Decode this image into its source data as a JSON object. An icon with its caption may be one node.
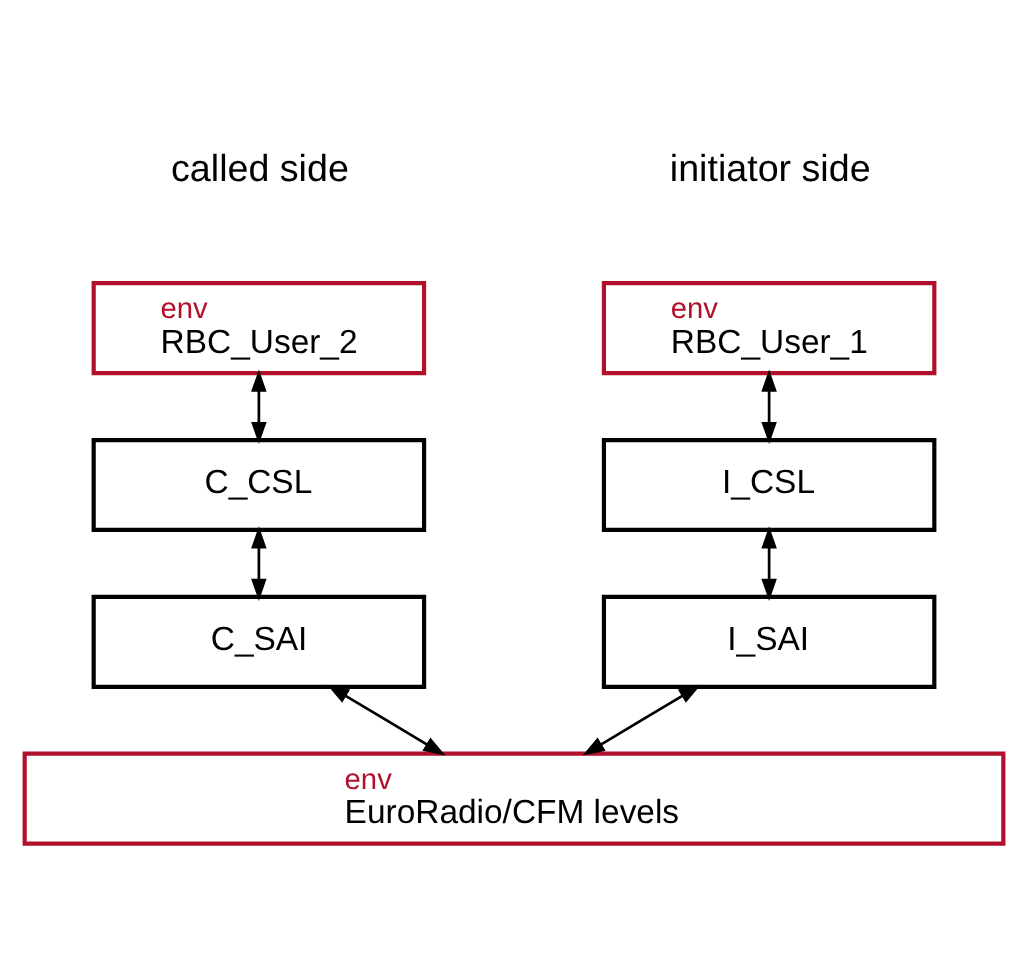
{
  "diagram": {
    "nodes": [
      {
        "text": [
          "env",
          "RBC_User_1"
        ]
      },
      {
        "text": [
          "I_CSL"
        ]
      },
      {
        "text": [
          "I_SAI"
        ]
      },
      {
        "text": [
          "env",
          "RBC_User_2"
        ]
      },
      {
        "text": [
          "C_CSL"
        ]
      },
      {
        "text": [
          "C_SAI"
        ]
      },
      {
        "text": [
          "env",
          "EuroRadio/CFM levels"
        ]
      }
    ],
    "edges": [
      {
        "from": 0,
        "to": 1,
        "arrow": "both"
      },
      {
        "from": 1,
        "to": 2,
        "arrow": "both"
      },
      {
        "from": 2,
        "to": 6,
        "arrow": "both"
      },
      {
        "from": 3,
        "to": 4,
        "arrow": "both"
      },
      {
        "from": 4,
        "to": 5,
        "arrow": "both"
      },
      {
        "from": 5,
        "to": 6,
        "arrow": "both"
      }
    ],
    "labels": [
      "initiator side",
      "called side"
    ]
  }
}
